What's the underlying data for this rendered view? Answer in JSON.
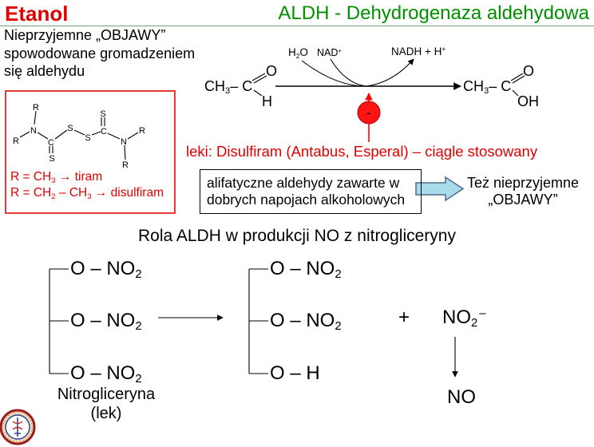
{
  "header": {
    "title": "Etanol",
    "subtitle": "ALDH - Dehydrogenaza aldehydowa"
  },
  "intro": {
    "lines": [
      "Nieprzyjemne „OBJAWY”",
      "spowodowane gromadzeniem",
      "się aldehydu"
    ]
  },
  "reaction": {
    "substrate": {
      "main": "CH",
      "sub": "3",
      "bond": "– C",
      "top": "O",
      "bottom": "H"
    },
    "water": {
      "main": "H",
      "sub": "2",
      "tail": "O"
    },
    "nad": {
      "main": "NAD",
      "sup": "+"
    },
    "nadh": {
      "main": "NADH + H",
      "sup": "+"
    },
    "inhibitor": "-",
    "product": {
      "main": "CH",
      "sub": "3",
      "bond": "– C",
      "top": "O",
      "bottom": "OH"
    }
  },
  "disulfiram": {
    "atoms": [
      "R",
      "R",
      "N",
      "C",
      "S",
      "S",
      "S",
      "S",
      "C",
      "N",
      "R",
      "R"
    ],
    "legend": [
      {
        "a": "R = CH",
        "s1": "3",
        "b": " → tiram"
      },
      {
        "a": "R = CH",
        "s1": "2",
        "b": " – CH",
        "s2": "3",
        "c": " → disulfiram"
      }
    ]
  },
  "drugs_note": "leki: Disulfiram (Antabus, Esperal) – ciągle stosowany",
  "aldehydes_box": {
    "lines": [
      "alifatyczne aldehydy zawarte w",
      "dobrych napojach alkoholowych"
    ]
  },
  "consequence": {
    "lines": [
      "Też nieprzyjemne",
      "„OBJAWY”"
    ]
  },
  "no_section": {
    "heading": "Rola ALDH w produkcji NO z nitrogliceryny",
    "nitroglycerin": {
      "groups": [
        {
          "main": "O – NO",
          "sub": "2"
        },
        {
          "main": "O – NO",
          "sub": "2"
        },
        {
          "main": "O – NO",
          "sub": "2"
        }
      ],
      "name": "Nitrogliceryna",
      "note": "(lek)"
    },
    "dinitrate": {
      "groups": [
        {
          "main": "O – NO",
          "sub": "2"
        },
        {
          "main": "O – NO",
          "sub": "2"
        },
        {
          "main": "O – H"
        }
      ]
    },
    "plus": "+",
    "nitrite": {
      "main": "NO",
      "sub": "2",
      "sup": "–"
    },
    "no": "NO"
  },
  "colors": {
    "red": "#e00000",
    "green": "#009000",
    "box_border": "#e43a3a",
    "block_arrow_fill": "#a8dcea",
    "block_arrow_stroke": "#4d6b8a"
  }
}
